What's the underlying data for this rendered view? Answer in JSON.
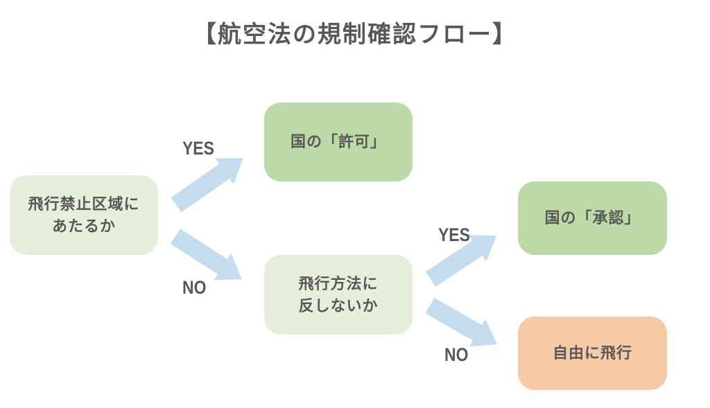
{
  "title": "【航空法の規制確認フロー】",
  "colors": {
    "light_green": "#e5efdc",
    "green": "#bcd9a8",
    "orange": "#f7c9a5",
    "arrow_blue": "#c5dcee",
    "text": "#595757"
  },
  "nodes": {
    "start": {
      "label": "飛行禁止区域に\nあたるか"
    },
    "permission": {
      "label": "国の「許可」"
    },
    "method": {
      "label": "飛行方法に\n反しないか"
    },
    "approval": {
      "label": "国の「承認」"
    },
    "free": {
      "label": "自由に飛行"
    }
  },
  "edges": {
    "start_yes": "YES",
    "start_no": "NO",
    "method_yes": "YES",
    "method_no": "NO"
  }
}
